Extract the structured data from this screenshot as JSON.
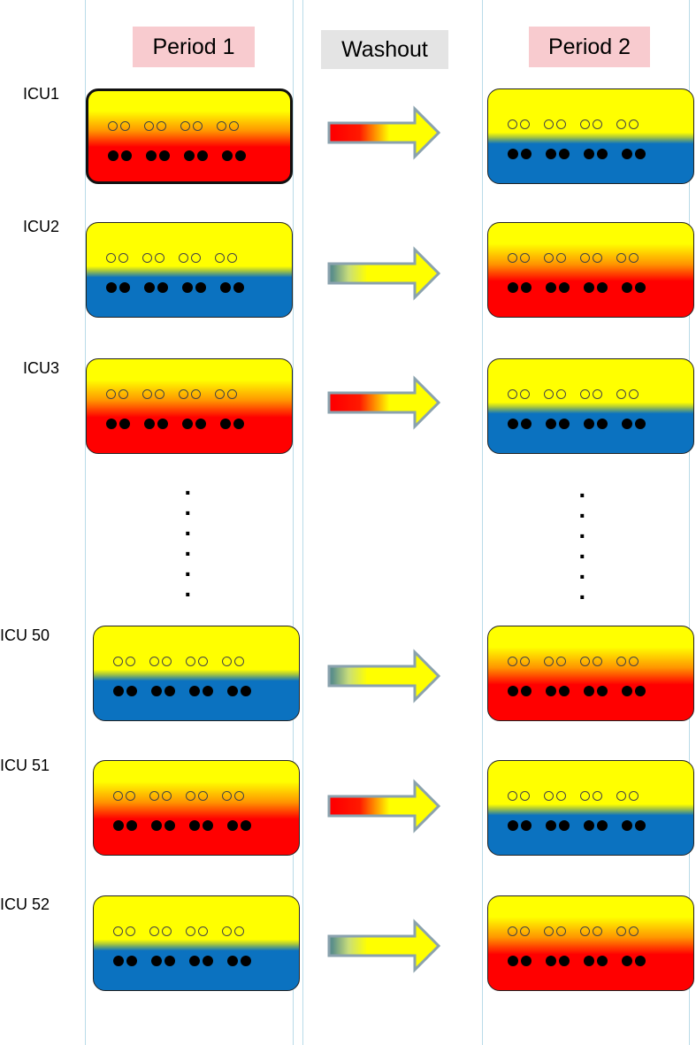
{
  "headers": {
    "period1": "Period 1",
    "washout": "Washout",
    "period2": "Period 2"
  },
  "colors": {
    "period_header_bg": "#f8cbcf",
    "washout_header_bg": "#e4e4e4",
    "red_state": "#ff0000",
    "blue_state": "#0b72c0",
    "yellow_state": "#ffff00"
  },
  "continuation": "⋮",
  "rows": [
    {
      "label": "ICU1",
      "period1": "red",
      "period2": "blue",
      "washout_from": "red"
    },
    {
      "label": "ICU2",
      "period1": "blue",
      "period2": "red",
      "washout_from": "blue"
    },
    {
      "label": "ICU3",
      "period1": "red",
      "period2": "blue",
      "washout_from": "red"
    },
    {
      "label": "ICU 50",
      "period1": "blue",
      "period2": "red",
      "washout_from": "blue"
    },
    {
      "label": "ICU 51",
      "period1": "red",
      "period2": "blue",
      "washout_from": "red"
    },
    {
      "label": "ICU 52",
      "period1": "blue",
      "period2": "red",
      "washout_from": "blue"
    }
  ]
}
